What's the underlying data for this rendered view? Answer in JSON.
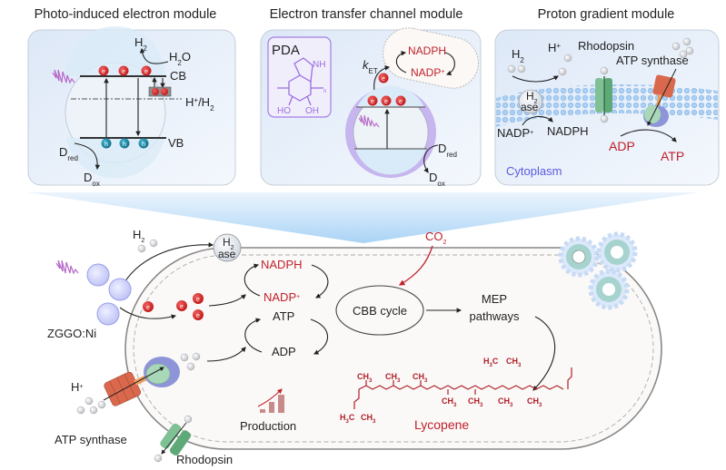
{
  "figure": {
    "panels": [
      {
        "title": "Photo-induced electron module",
        "labels": {
          "h2": "H",
          "h2_sub": "2",
          "h2o": "H",
          "h2o_sub": "2",
          "h2o_o": "O",
          "cb": "CB",
          "vb": "VB",
          "redox_pre": "H",
          "redox_sup": "+",
          "redox_mid": "/H",
          "redox_sub": "2",
          "dred": "D",
          "dred_sub": "red",
          "dox": "D",
          "dox_sub": "ox",
          "electron": "e",
          "hole": "h"
        },
        "electron_count_cb": 3,
        "electron_count_trap": 2,
        "hole_count_vb": 3
      },
      {
        "title": "Electron transfer channel module",
        "labels": {
          "pda": "PDA",
          "nh": "NH",
          "ho": "HO",
          "oh": "OH",
          "n_sub": "n",
          "ket": "k",
          "ket_sub": "ET",
          "nadph": "NADPH",
          "nadp": "NADP",
          "nadp_sup": "+",
          "dred": "D",
          "dred_sub": "red",
          "dox": "D",
          "dox_sub": "ox",
          "electron": "e"
        },
        "electron_count_band": 3
      },
      {
        "title": "Proton gradient module",
        "labels": {
          "h2": "H",
          "h2_sub": "2",
          "hplus": "H",
          "hplus_sup": "+",
          "rhodopsin": "Rhodopsin",
          "atp_synthase": "ATP synthase",
          "hydrogenase_top": "H",
          "hydrogenase_sub": "2",
          "hydrogenase_bottom": "ase",
          "nadp": "NADP",
          "nadp_sup": "+",
          "nadph": "NADPH",
          "adp": "ADP",
          "atp": "ATP",
          "cytoplasm": "Cytoplasm"
        }
      }
    ],
    "cell": {
      "h2": "H",
      "h2_sub": "2",
      "hydrogenase_top": "H",
      "hydrogenase_sub": "2",
      "hydrogenase_bottom": "ase",
      "zggo": "ZGGO:Ni",
      "hplus": "H",
      "hplus_sup": "+",
      "atp_synthase": "ATP synthase",
      "rhodopsin": "Rhodopsin",
      "nadph": "NADPH",
      "nadp": "NADP",
      "nadp_sup": "+",
      "atp": "ATP",
      "adp": "ADP",
      "co2": "CO",
      "co2_sub": "2",
      "cbb": "CBB cycle",
      "mep_line1": "MEP",
      "mep_line2": "pathways",
      "production": "Production",
      "lycopene": "Lycopene",
      "ch3": "CH",
      "ch3_sub": "3",
      "h3c": "H",
      "h3c_sub": "3",
      "h3c_c": "C",
      "electron": "e"
    },
    "colors": {
      "accent_red": "#c0202a",
      "panel_bg": "#e9f1fb",
      "pda_purple": "#9b6fe0",
      "cytoplasm_blue": "#5a5ae0",
      "electron_red": "#d42a2a",
      "hole_teal": "#1e8aa8"
    }
  }
}
